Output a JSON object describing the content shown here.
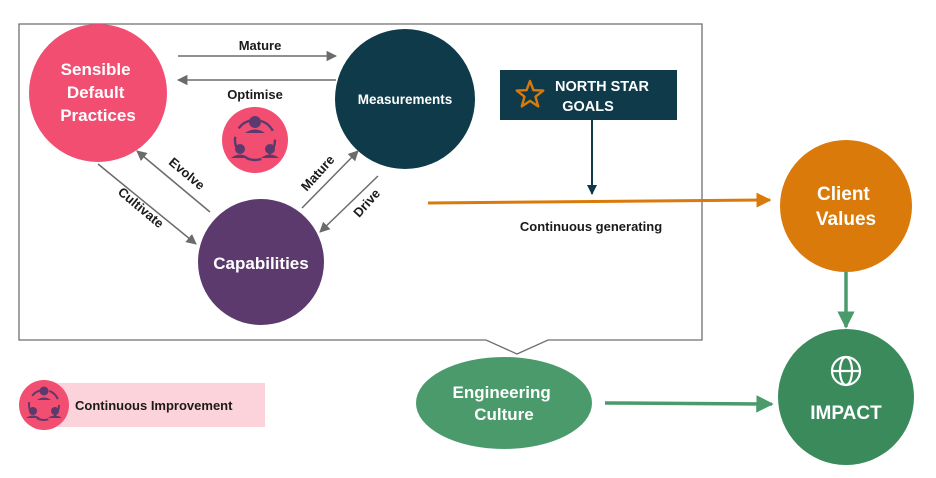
{
  "nodes": {
    "sensible": {
      "lines": [
        "Sensible",
        "Default",
        "Practices"
      ],
      "color": "#f24e72"
    },
    "measurements": {
      "label": "Measurements",
      "color": "#0e3a4a"
    },
    "capabilities": {
      "label": "Capabilities",
      "color": "#5c3a6e"
    },
    "client_values": {
      "lines": [
        "Client",
        "Values"
      ],
      "color": "#da7a0a"
    },
    "impact": {
      "label": "IMPACT",
      "color": "#3a8a5c",
      "icon": "globe-icon"
    },
    "engineering": {
      "lines": [
        "Engineering",
        "Culture"
      ],
      "color": "#4a9a6c"
    },
    "north_star": {
      "lines": [
        "NORTH STAR",
        "GOALS"
      ],
      "color": "#0e3a4a",
      "icon": "star-icon"
    }
  },
  "edges": {
    "mature_top": "Mature",
    "optimise": "Optimise",
    "evolve": "Evolve",
    "cultivate": "Cultivate",
    "mature_diag": "Mature",
    "drive": "Drive",
    "continuous_generating": "Continuous generating"
  },
  "legend": {
    "label": "Continuous Improvement",
    "icon": "team-cycle-icon",
    "bg": "#fcd3da"
  }
}
